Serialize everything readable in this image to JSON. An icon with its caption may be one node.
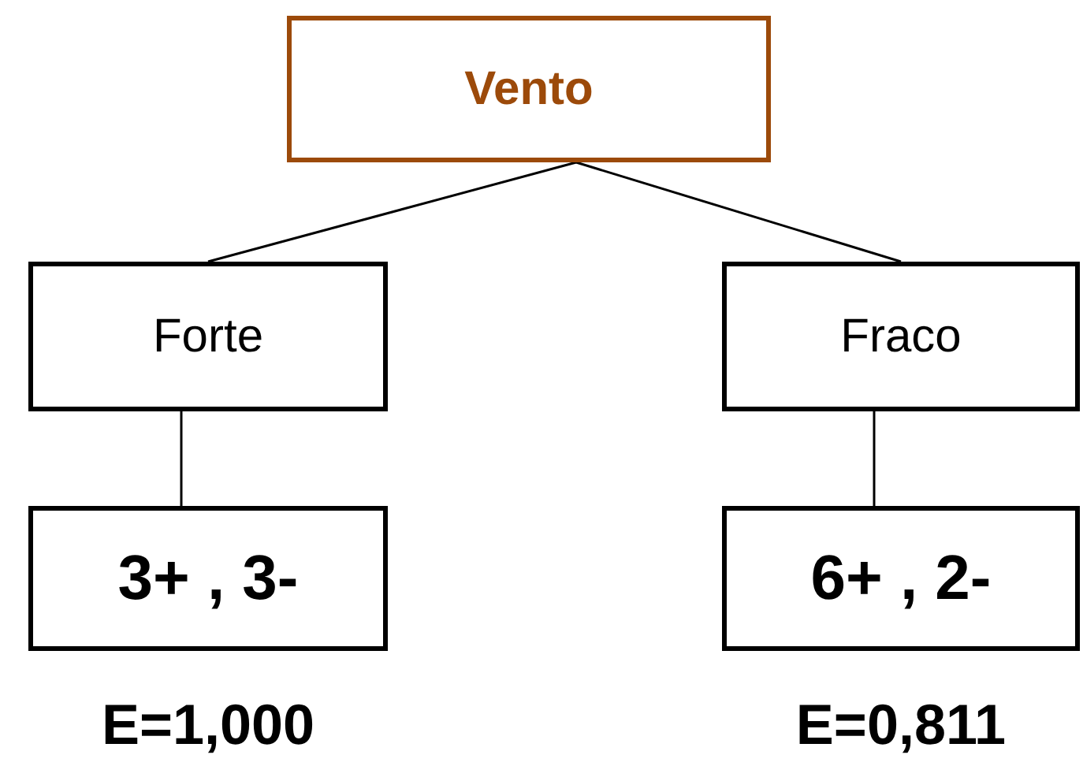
{
  "diagram": {
    "nodes": [
      {
        "text": [
          "Vento"
        ]
      },
      {
        "text": [
          "Forte"
        ]
      },
      {
        "text": [
          "Fraco"
        ]
      },
      {
        "text": [
          "3+ , 3-"
        ],
        "beside": [
          "E=1,000"
        ]
      },
      {
        "text": [
          "6+ , 2-"
        ],
        "beside": [
          "E=0,811"
        ]
      }
    ],
    "edges": [
      {
        "from": 0,
        "to": 1,
        "arrow": "none"
      },
      {
        "from": 0,
        "to": 2,
        "arrow": "none"
      },
      {
        "from": 1,
        "to": 3,
        "arrow": "none"
      },
      {
        "from": 2,
        "to": 4,
        "arrow": "none"
      }
    ]
  }
}
